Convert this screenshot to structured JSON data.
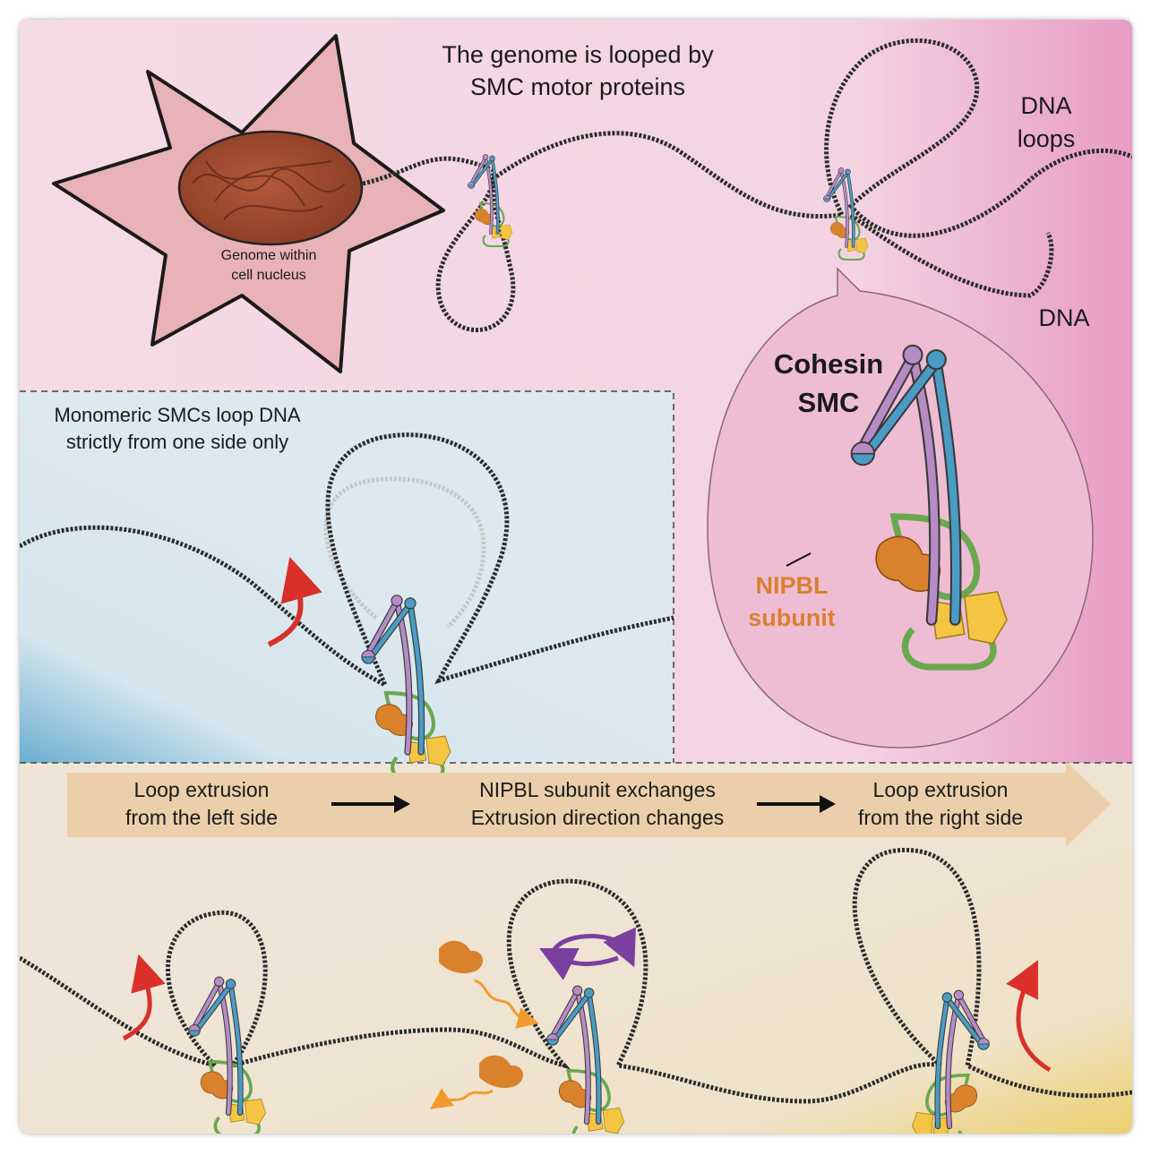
{
  "title": {
    "line1": "The genome is looped by",
    "line2": "SMC motor proteins"
  },
  "cell": {
    "label_line1": "Genome within",
    "label_line2": "cell nucleus"
  },
  "dna_labels": {
    "loops_line1": "DNA",
    "loops_line2": "loops",
    "dna": "DNA"
  },
  "callout": {
    "title_line1": "Cohesin",
    "title_line2": "SMC",
    "subunit_line1": "NIPBL",
    "subunit_line2": "subunit"
  },
  "monomeric": {
    "line1": "Monomeric SMCs loop DNA",
    "line2": "strictly from one side only"
  },
  "steps": [
    {
      "line1": "Loop extrusion",
      "line2": "from the left side"
    },
    {
      "line1": "NIPBL subunit exchanges",
      "line2": "Extrusion direction changes"
    },
    {
      "line1": "Loop extrusion",
      "line2": "from the right side"
    }
  ],
  "colors": {
    "pink_bg": "#f3dbe6",
    "blue_bg": "#dbe8ee",
    "tan_bg": "#f0e6d6",
    "banner": "#ebcfab",
    "smc_purple": "#b78cc6",
    "smc_blue": "#4a9cc4",
    "ring_green": "#6aa84f",
    "nipbl_orange": "#d9822b",
    "subunit_yellow": "#f4c542",
    "arrow_red": "#d9312a",
    "arrow_violet": "#7b3fa0",
    "label_orange": "#d98030"
  },
  "icons": [
    "cell-icon",
    "nucleus-icon",
    "cohesin-icon",
    "curved-arrow-icon",
    "right-arrow-icon",
    "rotation-arrow-icon",
    "wavy-arrow-icon"
  ]
}
